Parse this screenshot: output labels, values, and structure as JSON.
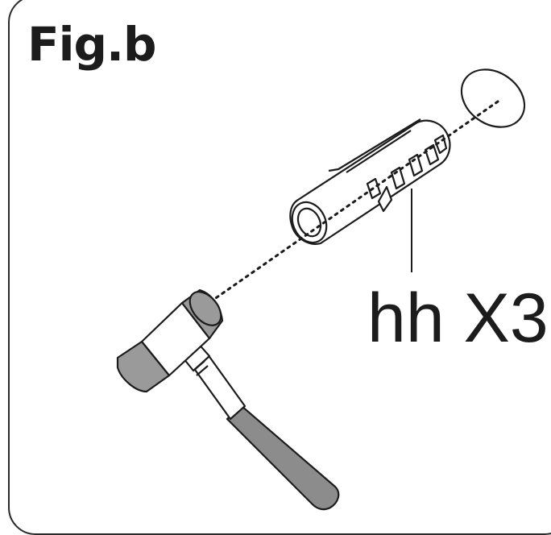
{
  "figure": {
    "title": "Fig.b",
    "part_label": "hh X3"
  },
  "colors": {
    "line": "#1c1c1c",
    "hammer_head_gray": "#9a9a9a",
    "handle_gray": "#8c8c8c",
    "background": "#ffffff"
  },
  "icons": [
    "drill-hole",
    "wall-anchor",
    "rubber-mallet"
  ]
}
